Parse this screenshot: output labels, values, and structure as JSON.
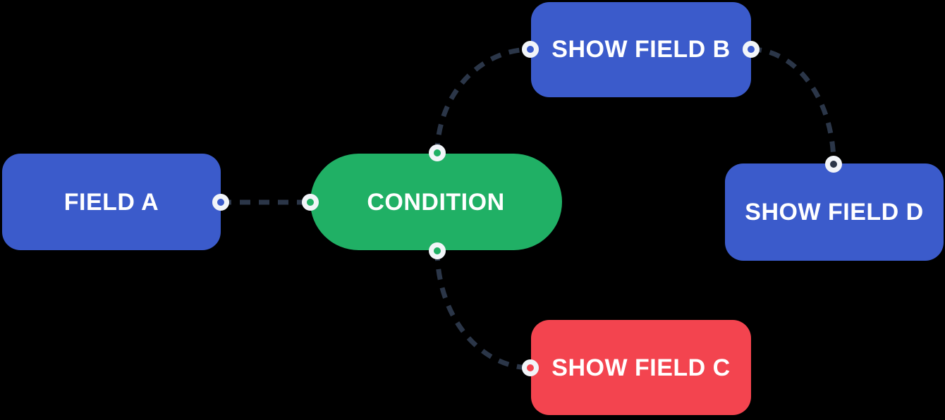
{
  "diagram": {
    "background": "#000000",
    "text_color": "#FFFFFF",
    "nodes": {
      "field_a": {
        "label": "FIELD A",
        "color": "#3B5BCB",
        "shape": "rounded-rect"
      },
      "condition": {
        "label": "CONDITION",
        "color": "#20B065",
        "shape": "pill"
      },
      "show_field_b": {
        "label": "SHOW FIELD B",
        "color": "#3B5BCB",
        "shape": "rounded-rect"
      },
      "show_field_d": {
        "label": "SHOW FIELD D",
        "color": "#3B5BCB",
        "shape": "rounded-rect"
      },
      "show_field_c": {
        "label": "SHOW FIELD C",
        "color": "#F3444F",
        "shape": "rounded-rect"
      }
    },
    "edges": [
      {
        "from": "field_a",
        "to": "condition",
        "style": "dashed"
      },
      {
        "from": "condition",
        "to": "show_field_b",
        "style": "dashed"
      },
      {
        "from": "show_field_b",
        "to": "show_field_d",
        "style": "dashed"
      },
      {
        "from": "condition",
        "to": "show_field_c",
        "style": "dashed"
      }
    ],
    "edge_style": {
      "color": "#2B3648",
      "dash_pattern": "15 12",
      "width": 7
    },
    "port_style": {
      "ring_color": "#F2F5F9"
    }
  }
}
